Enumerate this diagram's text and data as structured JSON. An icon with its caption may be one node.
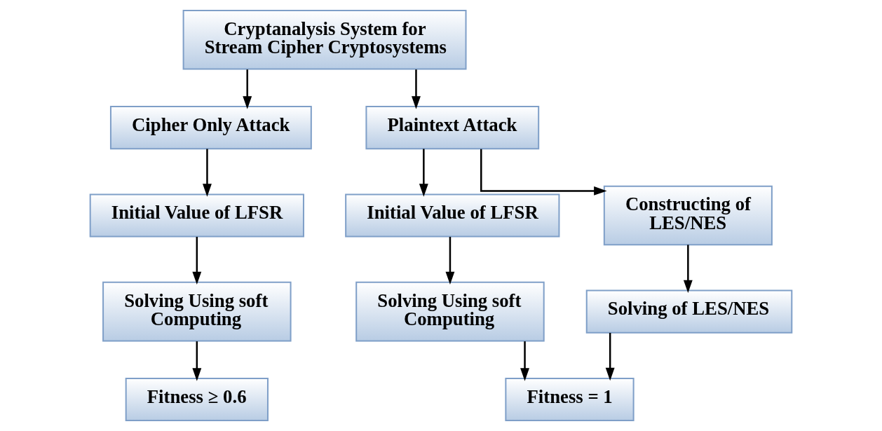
{
  "diagram": {
    "nodes": [
      {
        "text": [
          "Cryptanalysis System for Stream Cipher Cryptosystems"
        ]
      },
      {
        "text": [
          "Cipher Only Attack"
        ]
      },
      {
        "text": [
          "Plaintext Attack"
        ]
      },
      {
        "text": [
          "Initial Value of LFSR"
        ]
      },
      {
        "text": [
          "Initial Value of LFSR"
        ]
      },
      {
        "text": [
          "Constructing of LES/NES"
        ]
      },
      {
        "text": [
          "Solving Using soft Computing"
        ]
      },
      {
        "text": [
          "Solving Using soft Computing"
        ]
      },
      {
        "text": [
          "Solving of LES/NES"
        ]
      },
      {
        "text": [
          "Fitness ≥ 0.6"
        ]
      },
      {
        "text": [
          "Fitness = 1"
        ]
      }
    ],
    "edges": [
      {
        "from": 0,
        "to": 1,
        "arrow": "to"
      },
      {
        "from": 0,
        "to": 2,
        "arrow": "to"
      },
      {
        "from": 1,
        "to": 3,
        "arrow": "to"
      },
      {
        "from": 2,
        "to": 4,
        "arrow": "to"
      },
      {
        "from": 2,
        "to": 5,
        "arrow": "to"
      },
      {
        "from": 3,
        "to": 6,
        "arrow": "to"
      },
      {
        "from": 4,
        "to": 7,
        "arrow": "to"
      },
      {
        "from": 5,
        "to": 8,
        "arrow": "to"
      },
      {
        "from": 6,
        "to": 9,
        "arrow": "to"
      },
      {
        "from": 7,
        "to": 10,
        "arrow": "to"
      },
      {
        "from": 8,
        "to": 10,
        "arrow": "to"
      }
    ]
  }
}
